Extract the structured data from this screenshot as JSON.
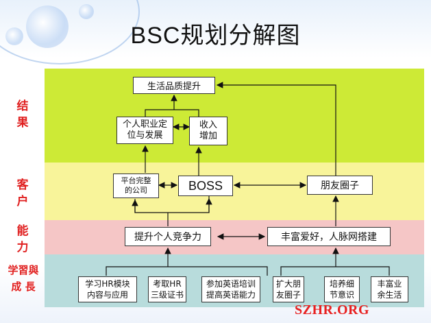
{
  "title": "BSC规划分解图",
  "side_labels": {
    "results": "结\n果",
    "client": "客\n户",
    "ability": "能\n力",
    "learning": "学習與\n成  長"
  },
  "nodes": {
    "life_quality": "生活品质提升",
    "career": "个人职业定\n位与发展",
    "income": "收入\n增加",
    "platform": "平台完整\n的公司",
    "boss": "BOSS",
    "friends": "朋友圈子",
    "competitiveness": "提升个人竞争力",
    "hobbies": "丰富爱好，人脉网搭建",
    "hr_module": "学习HR模块\n内容与应用",
    "hr_cert": "考取HR\n三级证书",
    "english": "参加英语培训\n提高英语能力",
    "expand_friends": "扩大朋\n友圈子",
    "detail": "培养细\n节意识",
    "spare_time": "丰富业\n余生活"
  },
  "watermark": "SZHR.ORG",
  "colors": {
    "results_band": "#cdea36",
    "client_band": "#f8f49a",
    "ability_band": "#f5c6c6",
    "learning_band": "#b8dcdc",
    "side_label": "#e02020"
  }
}
